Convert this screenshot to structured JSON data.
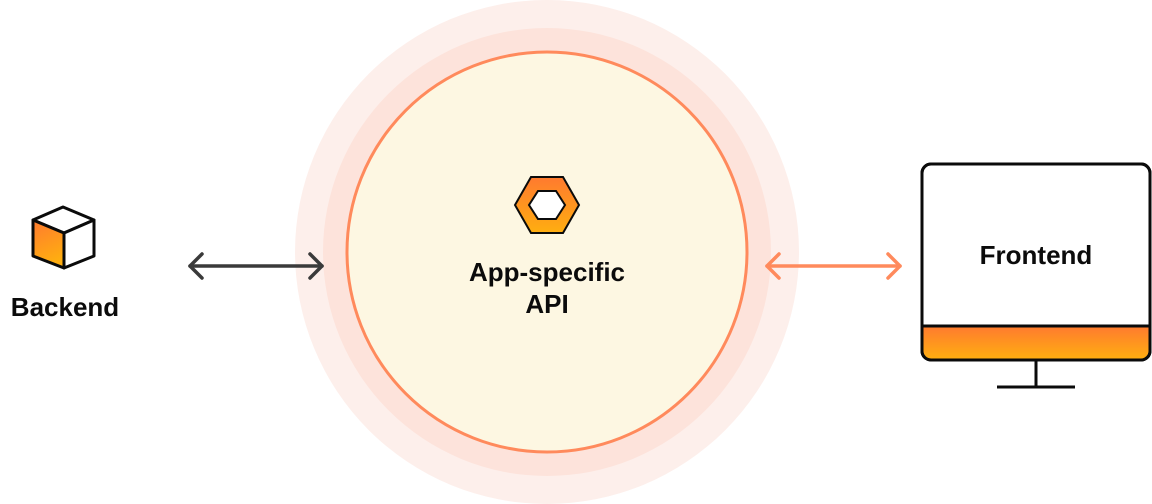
{
  "nodes": {
    "backend": {
      "label": "Backend",
      "icon": "cube-icon"
    },
    "api": {
      "label_line1": "App-specific",
      "label_line2": "API",
      "icon": "hexagon-icon"
    },
    "frontend": {
      "label": "Frontend",
      "icon": "monitor-icon"
    }
  },
  "edges": [
    {
      "from": "backend",
      "to": "api",
      "type": "bidirectional",
      "color": "#3a3a3a"
    },
    {
      "from": "api",
      "to": "frontend",
      "type": "bidirectional",
      "color": "#ff8a5c"
    }
  ],
  "colors": {
    "outer_glow": "#fdeeea",
    "mid_glow": "#fde2da",
    "core_fill": "#fdf7e2",
    "core_stroke": "#ff8a5c",
    "gradient_top": "#ff7a2f",
    "gradient_bottom": "#ffae10",
    "stroke": "#0b0b0b"
  }
}
